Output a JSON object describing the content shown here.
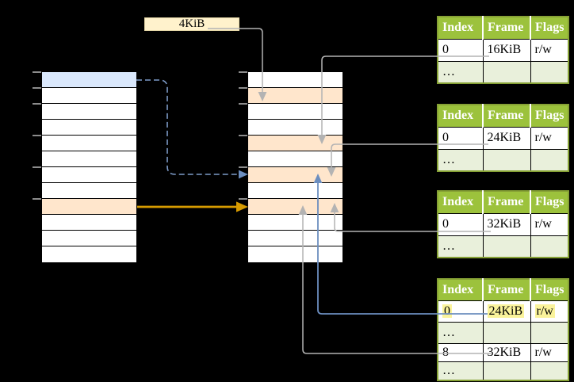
{
  "labels": {
    "page_size": "4KiB"
  },
  "columns": {
    "left": {
      "rows": [
        "blue",
        "white",
        "white",
        "white",
        "white",
        "white",
        "white",
        "white",
        "orange",
        "white",
        "white",
        "white"
      ]
    },
    "middle": {
      "rows": [
        "white",
        "orange",
        "white",
        "white",
        "orange",
        "white",
        "orange",
        "white",
        "orange",
        "white",
        "white",
        "white"
      ]
    }
  },
  "tables": [
    {
      "header": [
        "Index",
        "Frame",
        "Flags"
      ],
      "rows": [
        {
          "cells": [
            "0",
            "16KiB",
            "r/w"
          ],
          "shaded": false,
          "highlighted": false
        },
        {
          "cells": [
            "…",
            "",
            ""
          ],
          "shaded": true,
          "highlighted": false
        }
      ]
    },
    {
      "header": [
        "Index",
        "Frame",
        "Flags"
      ],
      "rows": [
        {
          "cells": [
            "0",
            "24KiB",
            "r/w"
          ],
          "shaded": false,
          "highlighted": false
        },
        {
          "cells": [
            "…",
            "",
            ""
          ],
          "shaded": true,
          "highlighted": false
        }
      ]
    },
    {
      "header": [
        "Index",
        "Frame",
        "Flags"
      ],
      "rows": [
        {
          "cells": [
            "0",
            "32KiB",
            "r/w"
          ],
          "shaded": false,
          "highlighted": false
        },
        {
          "cells": [
            "…",
            "",
            ""
          ],
          "shaded": true,
          "highlighted": false
        }
      ]
    },
    {
      "header": [
        "Index",
        "Frame",
        "Flags"
      ],
      "rows": [
        {
          "cells": [
            "0",
            "24KiB",
            "r/w"
          ],
          "shaded": false,
          "highlighted": true
        },
        {
          "cells": [
            "…",
            "",
            ""
          ],
          "shaded": true,
          "highlighted": false
        },
        {
          "cells": [
            "8",
            "32KiB",
            "r/w"
          ],
          "shaded": false,
          "highlighted": false
        },
        {
          "cells": [
            "…",
            "",
            ""
          ],
          "shaded": true,
          "highlighted": false
        }
      ]
    }
  ],
  "arrows": [
    {
      "from": "page-size-box",
      "to": "middle-column-row-2",
      "style": "gray-solid"
    },
    {
      "from": "left-column-row-1",
      "to": "middle-column-row-7",
      "style": "blue-dashed"
    },
    {
      "from": "left-column-row-9",
      "to": "middle-column-row-9",
      "style": "orange-solid"
    },
    {
      "from": "table-1-row-1",
      "to": "middle-column-row-5",
      "style": "gray-solid"
    },
    {
      "from": "table-2-row-1",
      "to": "middle-column-row-7",
      "style": "gray-solid"
    },
    {
      "from": "table-3-row-1",
      "to": "middle-column-row-9",
      "style": "gray-solid"
    },
    {
      "from": "table-4-row-1",
      "to": "middle-column-row-7",
      "style": "blue-solid"
    },
    {
      "from": "table-4-row-3",
      "to": "middle-column-row-9",
      "style": "gray-solid"
    }
  ],
  "colors": {
    "background": "#000000",
    "row_blue": "#DAE8FC",
    "row_orange": "#FFE6CC",
    "box_yellow": "#FFF2CC",
    "table_header_green": "#9CC23C",
    "table_row_green": "#E9F0DB",
    "table_border_green": "#86A135",
    "highlight_yellow": "#FAF39B",
    "arrow_gray": "#B3B3B3",
    "arrow_blue": "#6C8EBF",
    "arrow_orange": "#D79B00"
  }
}
